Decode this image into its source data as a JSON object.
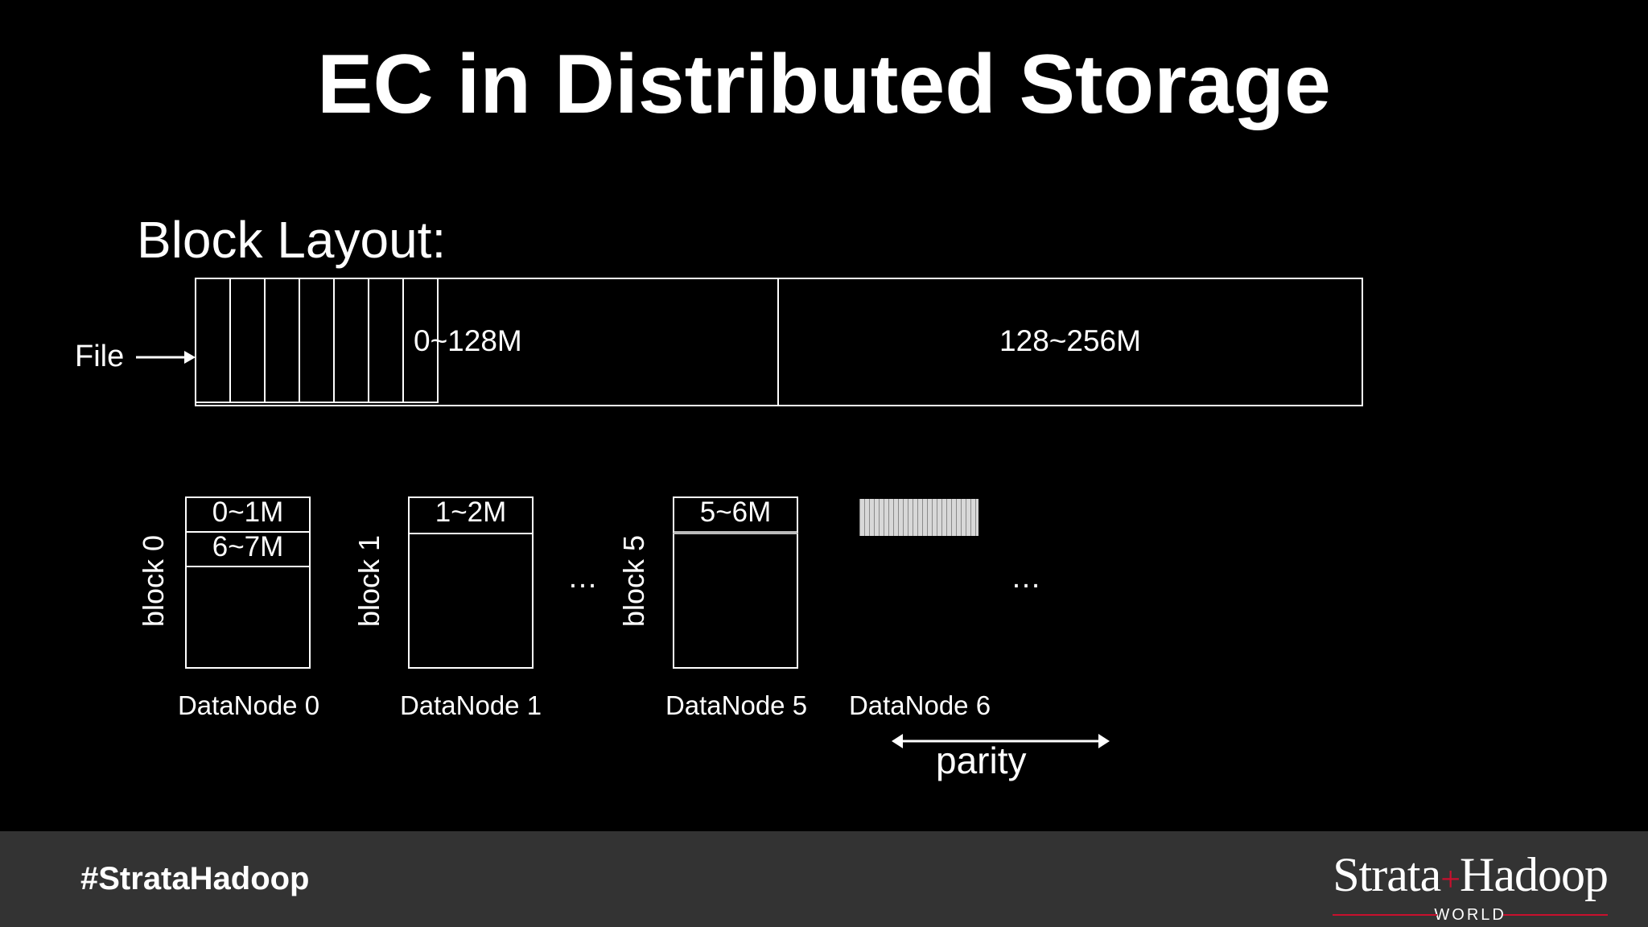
{
  "slide": {
    "title": "EC in Distributed Storage",
    "block_layout_heading": "Block Layout:",
    "file_label": "File"
  },
  "file_segments": [
    {
      "label": "0~128M"
    },
    {
      "label": "128~256M"
    }
  ],
  "nodes": [
    {
      "block_label": "block 0",
      "node_label": "DataNode 0",
      "chunks": [
        "0~1M",
        "6~7M"
      ]
    },
    {
      "block_label": "block 1",
      "node_label": "DataNode 1",
      "chunks": [
        "1~2M"
      ]
    },
    {
      "block_label": "block 5",
      "node_label": "DataNode 5",
      "chunks": [
        "5~6M"
      ]
    },
    {
      "block_label": "",
      "node_label": "DataNode 6",
      "chunks": []
    }
  ],
  "ellipsis": "…",
  "parity_label": "parity",
  "footer": {
    "hashtag": "#StrataHadoop",
    "logo_text_left": "Strata",
    "logo_plus": "+",
    "logo_text_right": "Hadoop",
    "logo_sub": "WORLD"
  },
  "colors": {
    "background": "#000000",
    "foreground": "#ffffff",
    "footer_bar": "#333333",
    "logo_accent": "#c8102e"
  }
}
